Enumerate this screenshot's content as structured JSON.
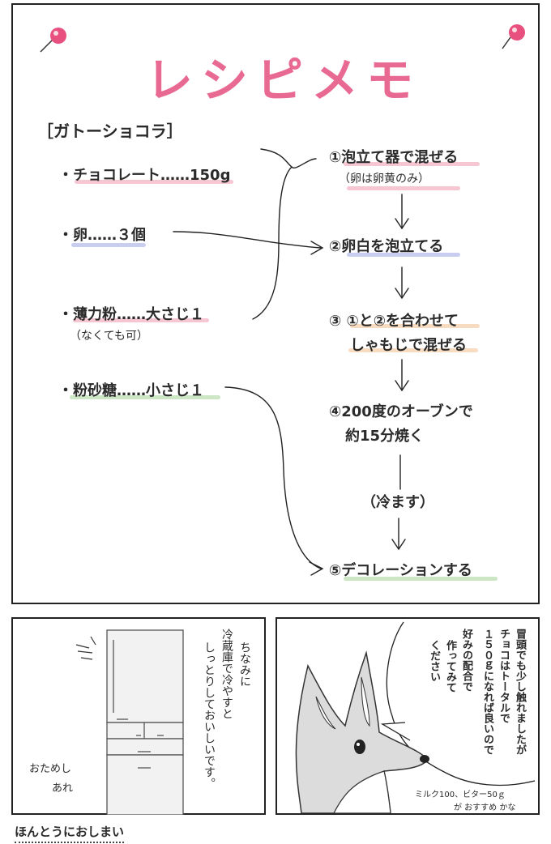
{
  "title": "レシピメモ",
  "recipe_name": "［ガトーショコラ］",
  "ingredients": [
    {
      "label": "・チョコレート……150g"
    },
    {
      "label": "・卵……３個"
    },
    {
      "label": "・薄力粉……大さじ１",
      "note": "（なくても可）"
    },
    {
      "label": "・粉砂糖……小さじ１"
    }
  ],
  "steps": [
    {
      "text": "①泡立て器で混ぜる",
      "note": "（卵は卵黄のみ）"
    },
    {
      "text": "②卵白を泡立てる"
    },
    {
      "line1": "③ ①と②を合わせて",
      "line2": "しゃもじで混ぜる"
    },
    {
      "line1": "④200度のオーブンで",
      "line2": "約15分焼く"
    },
    {
      "text": "⑤デコレーションする"
    }
  ],
  "cooling_note": "（冷ます）",
  "panel2": {
    "narration": [
      "ちなみに",
      "冷蔵庫で冷やすと",
      "しっとりしておいしいです。"
    ],
    "aside": [
      "おためし",
      "あれ"
    ]
  },
  "panel3": {
    "speech": [
      "冒頭でも少し触れましたが",
      "チョコはトータルで",
      "１５０ｇになれば良いので",
      "好みの配合で",
      "作ってみて",
      "ください"
    ],
    "handwritten_line1": "ミルク100、ビター50ｇ",
    "handwritten_line2": "が おすすめ かな"
  },
  "footer": "ほんとうにおしまい",
  "colors": {
    "title": "#e86a93",
    "pin": "#e8507f",
    "pink_highlight": "#f7c6d3",
    "blue_highlight": "#c9cdef",
    "green_highlight": "#cde6c6",
    "orange_highlight": "#f8dcc2"
  }
}
